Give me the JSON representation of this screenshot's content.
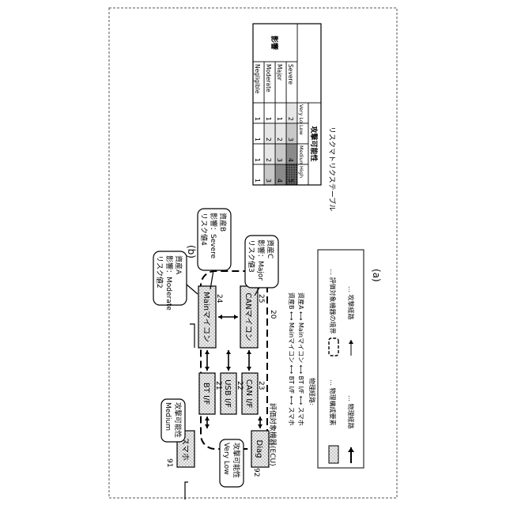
{
  "caption_a": "(a)",
  "caption_b": "(b)",
  "diagram": {
    "blocks": {
      "sumaho": "スマホ",
      "diag": "Diag",
      "bt_if": "BT I/F",
      "usb_if": "USB I/F",
      "can_if": "CAN I/F",
      "main_mcu": "Mainマイコン",
      "can_mcu": "CANマイコン"
    },
    "refs": {
      "r21": "21",
      "r22": "22",
      "r23": "23",
      "r24": "24",
      "r25": "25",
      "r20": "20",
      "r91": "91",
      "r92": "92"
    },
    "ecu_label": "評価対象機器(ECU)",
    "callouts": {
      "asset_a": [
        "資産A",
        "影響：Moderate",
        "リスク値2"
      ],
      "asset_b": [
        "資産B",
        "影響：Severe",
        "リスク値4"
      ],
      "asset_c": [
        "資産C",
        "影響：Major",
        "リスク値3"
      ],
      "attack_bt": [
        "攻撃可能性",
        "Medium"
      ],
      "attack_usb": [
        "攻撃可能性",
        "Very Low"
      ]
    },
    "physical_paths": {
      "title": "物理経路:",
      "lines": [
        "資産A ⟷ Mainマイコン ⟷ BT I/F ⟷ スマホ",
        "資産B ⟷ Mainマイコン ⟷ BT I/F ⟷ スマホ"
      ]
    },
    "legend": {
      "component": "… 物理構成要素",
      "boundary": "… 評価対象機器の境界",
      "physical": "… 物理経路",
      "attack": "… 攻撃経路"
    }
  },
  "risk_table": {
    "title": "リスクマトリクステーブル",
    "row_header": "影響",
    "col_header": "攻撃可能性",
    "columns": [
      "Very Low",
      "Low",
      "Medium",
      "High"
    ],
    "rows": [
      {
        "label": "Severe",
        "values": [
          "2",
          "3",
          "4",
          "5"
        ]
      },
      {
        "label": "Major",
        "values": [
          "1",
          "2",
          "3",
          "4"
        ]
      },
      {
        "label": "Moderate",
        "values": [
          "1",
          "2",
          "2",
          "3"
        ]
      },
      {
        "label": "Negligible",
        "values": [
          "1",
          "1",
          "1",
          "1"
        ]
      }
    ]
  }
}
